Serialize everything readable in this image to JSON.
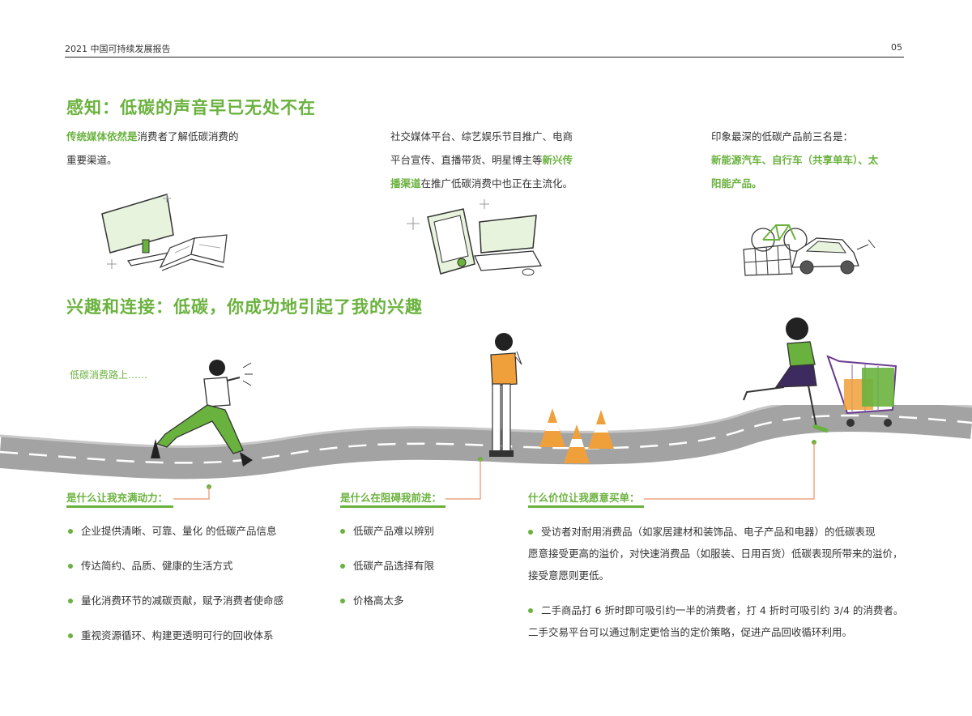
{
  "header": {
    "report_title": "2021 中国可持续发展报告",
    "page_number": "05"
  },
  "section1": {
    "title": "感知：低碳的声音早已无处不在",
    "col1": {
      "highlight": "传统媒体依然是",
      "line1_rest": "消费者了解低碳消费的",
      "line2": "重要渠道。"
    },
    "col2": {
      "line1": "社交媒体平台、综艺娱乐节目推广、电商",
      "line2_pre": "平台宣传、直播带货、明星博主等",
      "line2_highlight": "新兴传",
      "line3_highlight": "播渠道",
      "line3_rest": "在推广低碳消费中也正在主流化。"
    },
    "col3": {
      "line1": "印象最深的低碳产品前三名是：",
      "line2": "新能源汽车、自行车（共享单车）、太",
      "line3": "阳能产品。"
    }
  },
  "section2": {
    "title": "兴趣和连接：低碳，你成功地引起了我的兴趣",
    "road_label": "低碳消费路上……"
  },
  "motivation": {
    "title": "是什么让我充满动力：",
    "items": [
      "企业提供清晰、可靠、量化 的低碳产品信息",
      "传达简约、品质、健康的生活方式",
      "量化消费环节的减碳贡献，赋予消费者使命感",
      "重视资源循环、构建更透明可行的回收体系"
    ]
  },
  "barriers": {
    "title": "是什么在阻碍我前进：",
    "items": [
      "低碳产品难以辨别",
      "低碳产品选择有限",
      "价格高太多"
    ]
  },
  "willingness": {
    "title": "什么价位让我愿意买单：",
    "items": [
      {
        "line1": "受访者对耐用消费品（如家居建材和装饰品、电子产品和电器）的低碳表现",
        "line2": "愿意接受更高的溢价，对快速消费品（如服装、日用百货）低碳表现所带来的溢价，",
        "line3": "接受意愿则更低。"
      },
      {
        "line1": "二手商品打 6 折时即可吸引约一半的消费者，打 4 折时可吸引约 3/4 的消费者。",
        "line2": "二手交易平台可以通过制定更恰当的定价策略，促进产品回收循环利用。"
      }
    ]
  },
  "colors": {
    "accent": "#6ab23e",
    "orange": "#f0a03a",
    "road": "#a3a3a3",
    "connector": "#e8906a"
  },
  "icons": [
    "monitor-icon",
    "book-icon",
    "tablet-icon",
    "laptop-icon",
    "bicycle-icon",
    "solar-panel-icon",
    "electric-car-icon",
    "running-man-icon",
    "phone-woman-icon",
    "traffic-cone-icon",
    "shopping-woman-icon",
    "shopping-cart-icon"
  ]
}
